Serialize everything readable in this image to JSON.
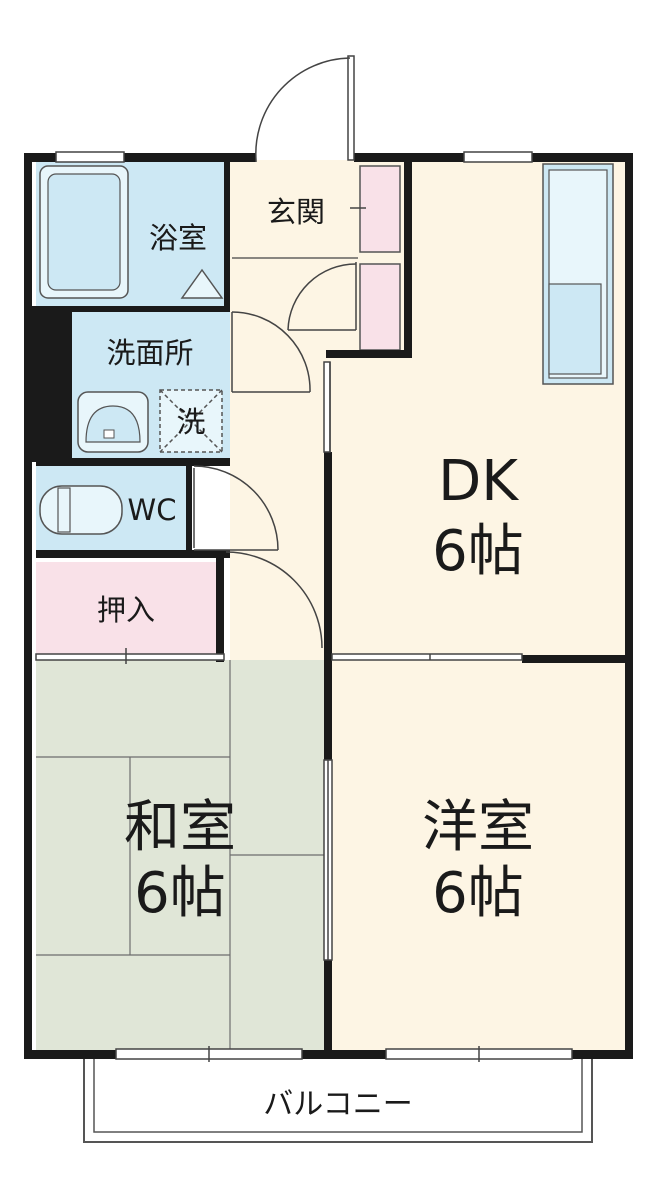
{
  "rooms": {
    "bath": "浴室",
    "entrance": "玄関",
    "washroom": "洗面所",
    "washer": "洗",
    "wc": "WC",
    "closet": "押入",
    "dk_name": "DK",
    "dk_size": "6帖",
    "washitsu_name": "和室",
    "washitsu_size": "6帖",
    "yoshitsu_name": "洋室",
    "yoshitsu_size": "6帖",
    "balcony": "バルコニー"
  },
  "colors": {
    "wall": "#1a1a1a",
    "floor_wood": "#fdf5e4",
    "wet_area": "#cde8f4",
    "fixture": "#e8f6fb",
    "closet": "#f9e1e8",
    "tatami": "#e0e6d7"
  }
}
